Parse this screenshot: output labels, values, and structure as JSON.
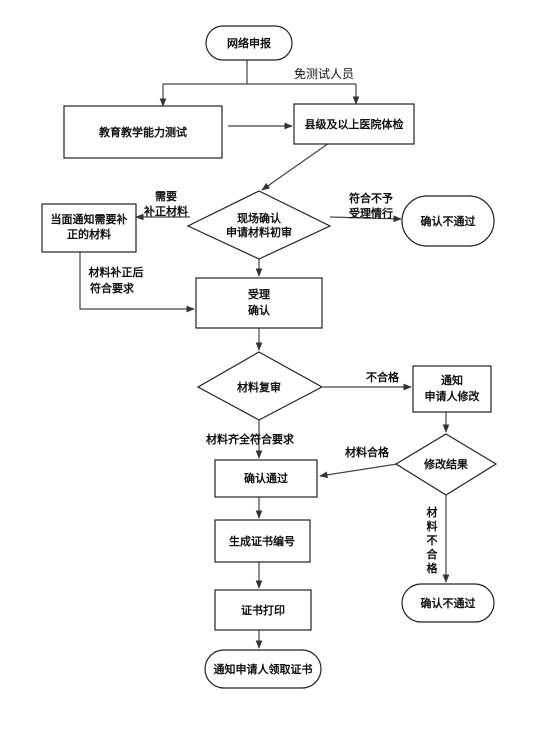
{
  "nodes": {
    "start": "网络申报",
    "teach_test": "教育教学能力测试",
    "exam": "县级及以上医院体检",
    "review": [
      "现场确认",
      "申请材料初审"
    ],
    "notify_fix": [
      "当面通知需要补",
      "正的材料"
    ],
    "reject1": "确认不通过",
    "accept": [
      "受理",
      "确认"
    ],
    "recheck": "材料复审",
    "notify_modify": [
      "通知",
      "申请人修改"
    ],
    "result": "修改结果",
    "confirm": "确认通过",
    "cert_no": "生成证书编号",
    "print": "证书打印",
    "reject2": "确认不通过",
    "collect": "通知申请人领取证书"
  },
  "labels": {
    "exempt": "免测试人员",
    "need_fix": [
      "需要",
      "补正材料"
    ],
    "not_eligible": [
      "符合不予",
      "受理情行"
    ],
    "fixed_ok": [
      "材料补正后",
      "符合要求"
    ],
    "fail": "不合格",
    "complete": "材料齐全符合要求",
    "material_ok": "材料合格",
    "material_fail": [
      "材",
      "料",
      "不",
      "合",
      "格"
    ]
  }
}
